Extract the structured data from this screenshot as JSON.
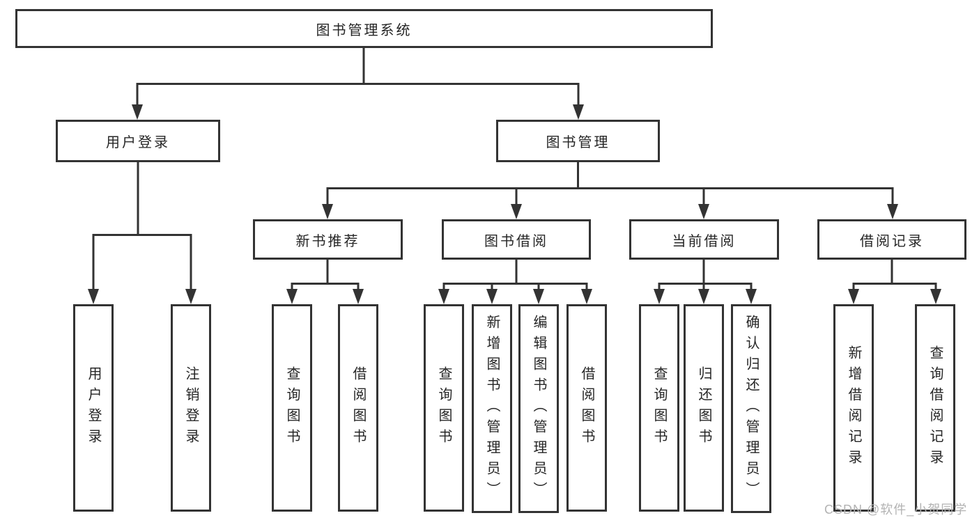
{
  "colors": {
    "line": "#333333",
    "box_border": "#333333",
    "box_background": "#ffffff",
    "text": "#262626",
    "watermark": "#b3b3b3",
    "page_background": "#ffffff"
  },
  "watermark": {
    "text": "CSDN @软件_小贺同学"
  },
  "tree": {
    "root": {
      "label": "图书管理系统",
      "children": [
        {
          "label": "用户登录",
          "children": [
            {
              "label": "用户登录"
            },
            {
              "label": "注销登录"
            }
          ]
        },
        {
          "label": "图书管理",
          "children": [
            {
              "label": "新书推荐",
              "children": [
                {
                  "label": "查询图书"
                },
                {
                  "label": "借阅图书"
                }
              ]
            },
            {
              "label": "图书借阅",
              "children": [
                {
                  "label": "查询图书"
                },
                {
                  "label": "新增图书（管理员）"
                },
                {
                  "label": "编辑图书（管理员）"
                },
                {
                  "label": "借阅图书"
                }
              ]
            },
            {
              "label": "当前借阅",
              "children": [
                {
                  "label": "查询图书"
                },
                {
                  "label": "归还图书"
                },
                {
                  "label": "确认归还（管理员）"
                }
              ]
            },
            {
              "label": "借阅记录",
              "children": [
                {
                  "label": "新增借阅记录"
                },
                {
                  "label": "查询借阅记录"
                }
              ]
            }
          ]
        }
      ]
    }
  }
}
